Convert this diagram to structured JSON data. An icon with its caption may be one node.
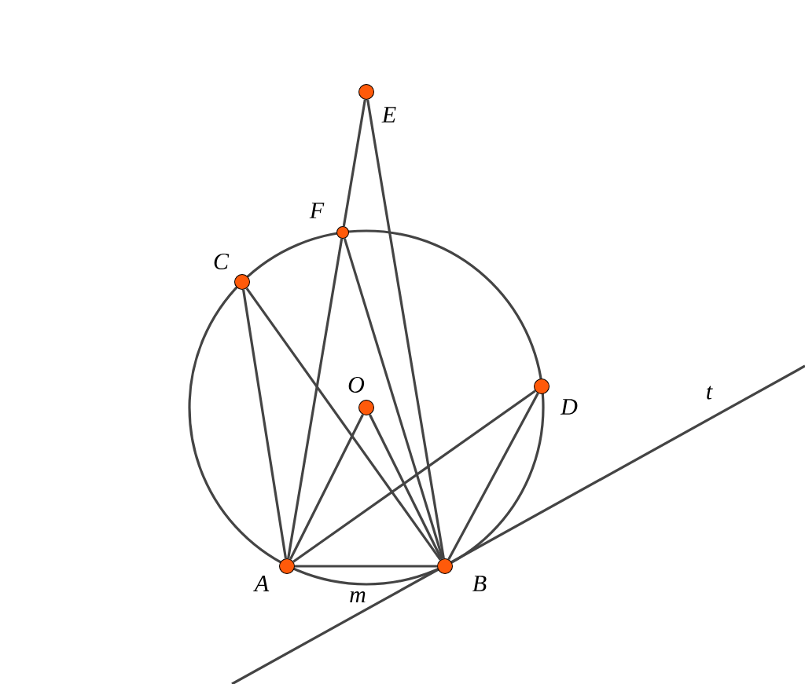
{
  "diagram": {
    "nodes": [
      {
        "text": [],
        "shape": "circle",
        "beside": [
          "A"
        ]
      },
      {
        "text": [],
        "shape": "circle",
        "beside": [
          "B"
        ]
      },
      {
        "text": [],
        "shape": "circle",
        "beside": [
          "C"
        ]
      },
      {
        "text": [],
        "shape": "circle",
        "beside": [
          "D"
        ]
      },
      {
        "text": [],
        "shape": "circle",
        "beside": [
          "E"
        ]
      },
      {
        "text": [],
        "shape": "circle",
        "beside": [
          "F"
        ]
      },
      {
        "text": [],
        "shape": "circle",
        "beside": [
          "O"
        ]
      }
    ],
    "edges": [
      {
        "from": 4,
        "to": 5,
        "arrow": "none"
      },
      {
        "from": 4,
        "to": 1,
        "arrow": "none"
      },
      {
        "from": 5,
        "to": 0,
        "arrow": "none"
      },
      {
        "from": 5,
        "to": 1,
        "arrow": "none"
      },
      {
        "from": 2,
        "to": 0,
        "arrow": "none"
      },
      {
        "from": 2,
        "to": 1,
        "arrow": "none"
      },
      {
        "from": 6,
        "to": 0,
        "arrow": "none"
      },
      {
        "from": 6,
        "to": 1,
        "arrow": "none"
      },
      {
        "from": 0,
        "to": 3,
        "arrow": "none"
      },
      {
        "from": 3,
        "to": 1,
        "arrow": "none"
      },
      {
        "from": 0,
        "to": 1,
        "arrow": "none"
      }
    ],
    "labels": [
      "t",
      "m"
    ]
  }
}
